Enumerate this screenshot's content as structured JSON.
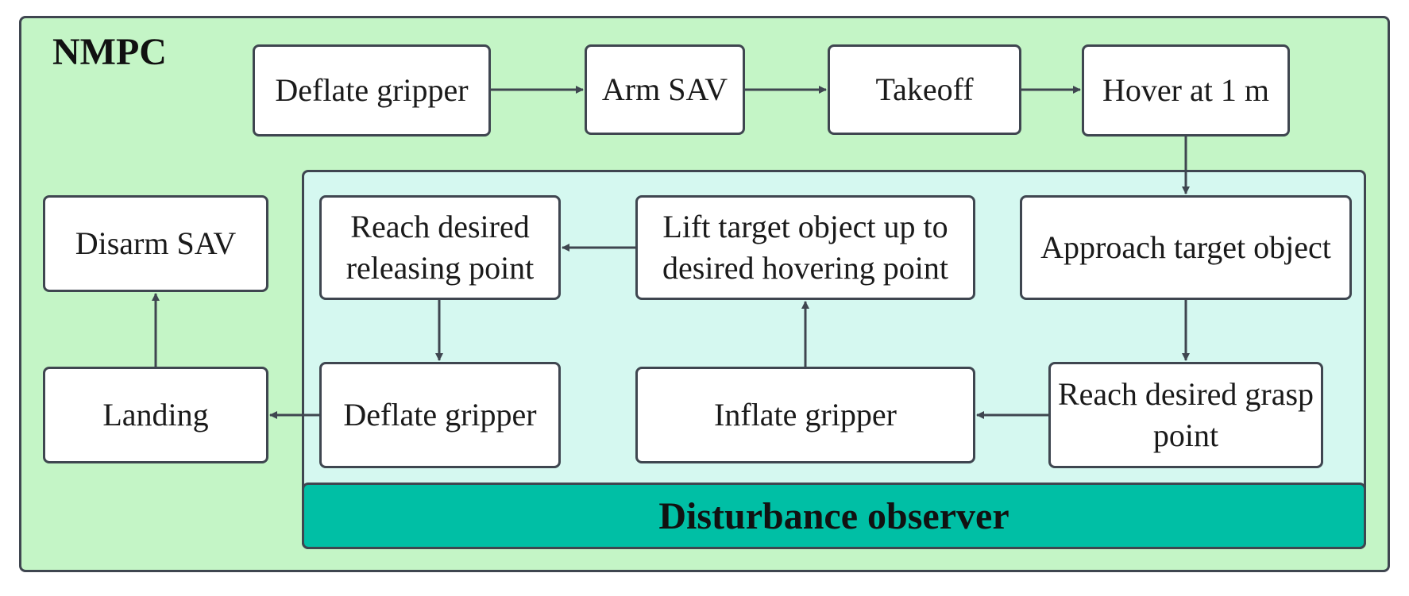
{
  "outer": {
    "label": "NMPC"
  },
  "observer": {
    "label": "Disturbance observer"
  },
  "boxes": {
    "deflate_top": "Deflate gripper",
    "arm": "Arm SAV",
    "takeoff": "Takeoff",
    "hover": "Hover at 1 m",
    "approach": "Approach target object",
    "reach_grasp": "Reach desired grasp point",
    "inflate": "Inflate gripper",
    "lift": "Lift target object up to desired hovering point",
    "reach_release": "Reach desired releasing point",
    "deflate_bottom": "Deflate gripper",
    "landing": "Landing",
    "disarm": "Disarm SAV"
  },
  "colors": {
    "outer_fill": "#c4f5c6",
    "inner_fill": "#d5f8f0",
    "observer_fill": "#00bfa5",
    "stroke": "#3f4650"
  }
}
